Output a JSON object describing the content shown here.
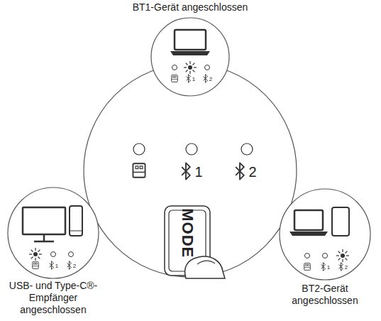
{
  "diagram": {
    "nodes": [
      {
        "text": [
          "BT1-Gerät angeschlossen"
        ]
      },
      {
        "text": [
          "USB- und Type-C®-Empfänger angeschlossen"
        ]
      },
      {
        "text": [
          "BT2-Gerät angeschlossen"
        ]
      },
      {
        "text": [
          "MODE"
        ]
      }
    ],
    "labels": [
      "1",
      "2",
      "1",
      "2",
      "1",
      "2",
      "1",
      "2"
    ]
  }
}
